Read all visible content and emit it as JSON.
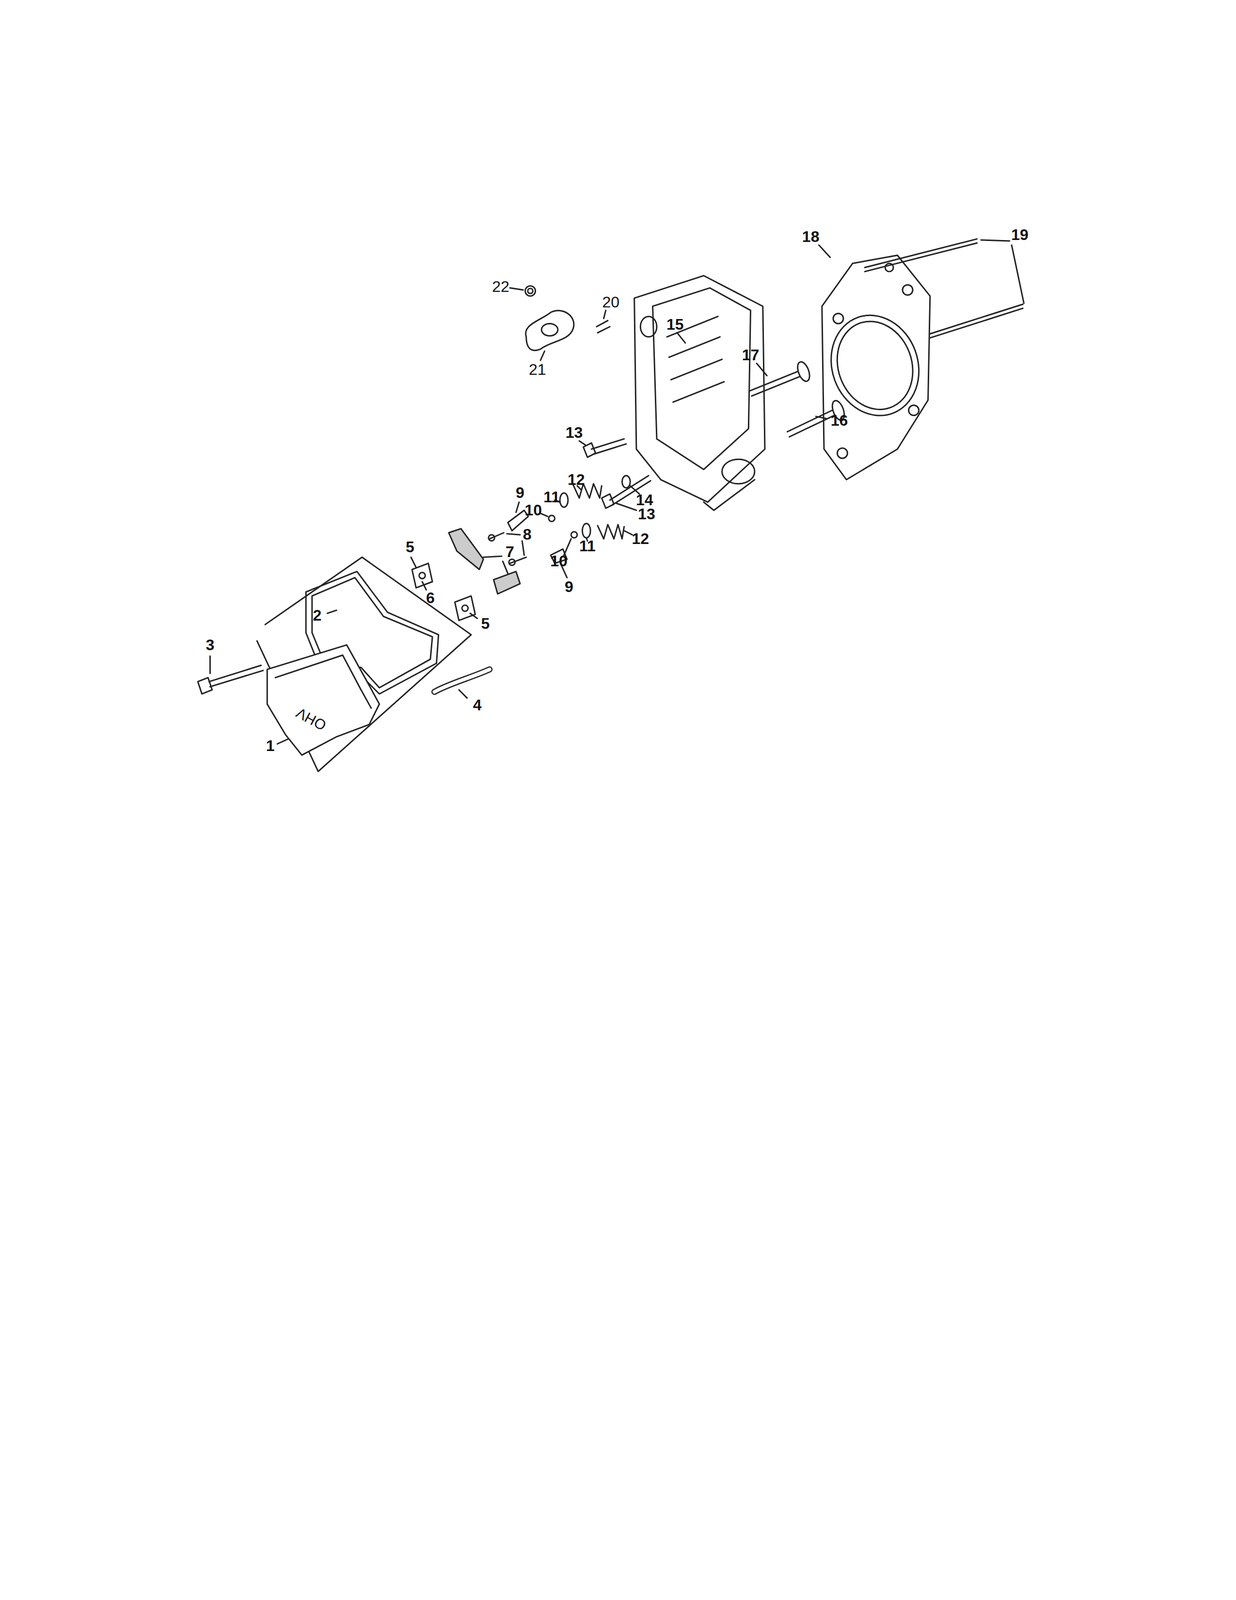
{
  "diagram": {
    "labels": [
      "19",
      "18",
      "22",
      "20",
      "21",
      "15",
      "17",
      "13",
      "16",
      "12",
      "14",
      "9",
      "11",
      "10",
      "13",
      "8",
      "7",
      "12",
      "5",
      "11",
      "10",
      "9",
      "6",
      "5",
      "2",
      "3",
      "4",
      "1",
      "OHV"
    ]
  }
}
